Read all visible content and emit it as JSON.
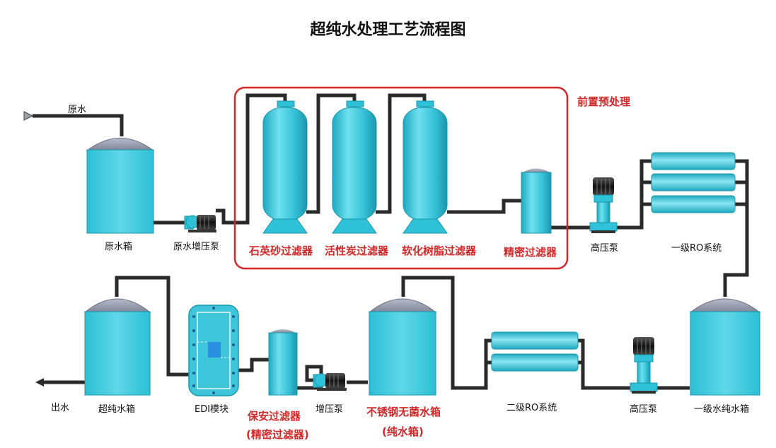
{
  "title": "超纯水处理工艺流程图",
  "stage_label": "前置预处理",
  "labels": {
    "raw_water_in": "原水",
    "raw_water_tank": "原水箱",
    "raw_booster_pump": "原水增压泵",
    "quartz_filter": "石英砂过滤器",
    "carbon_filter": "活性炭过滤器",
    "softener": "软化树脂过滤器",
    "precision_filter": "精密过滤器",
    "hp_pump_1": "高压泵",
    "ro_1": "一级RO系统",
    "ro1_tank": "一级水纯水箱",
    "hp_pump_2": "高压泵",
    "ro_2": "二级RO系统",
    "ss_tank_1": "不锈钢无菌水箱",
    "ss_tank_2": "(纯水箱)",
    "booster_pump": "增压泵",
    "security_filter_1": "保安过滤器",
    "security_filter_2": "(精密过滤器)",
    "edi": "EDI模块",
    "upw_tank": "超纯水箱",
    "water_out": "出水"
  },
  "colors": {
    "vessel": "#2fc1d8",
    "vessel_light": "#7fe0ee",
    "vessel_dark": "#1a97ad",
    "dome": "#8c92a3",
    "pipe": "#2a2a2a",
    "frame": "#d42727",
    "label_red": "#d42727"
  }
}
